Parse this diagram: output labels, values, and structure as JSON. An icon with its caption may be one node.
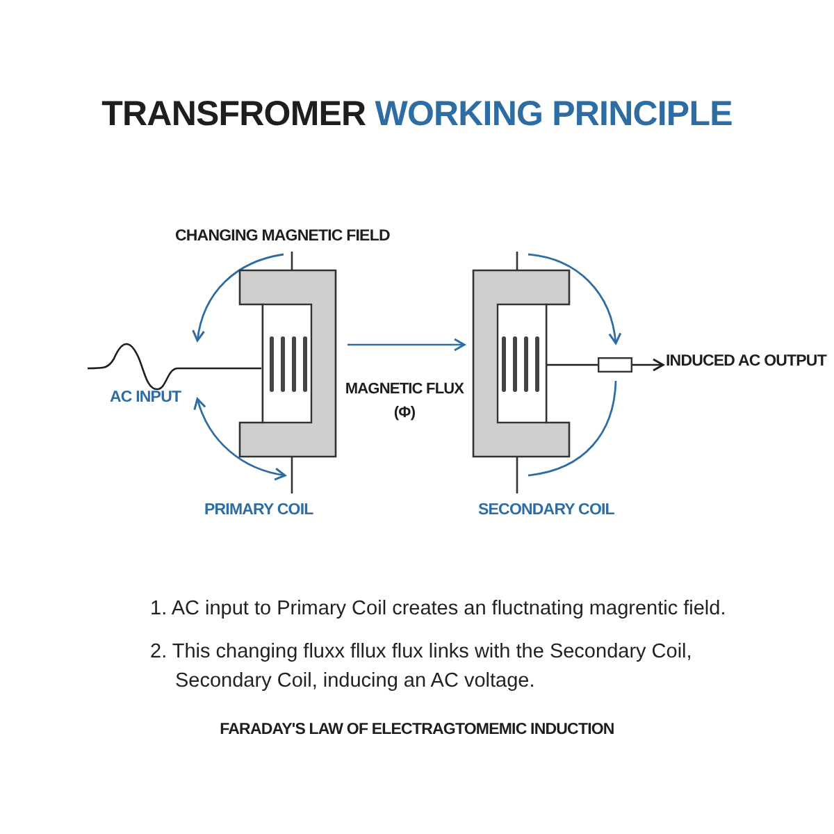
{
  "diagram": {
    "title": "TRANSFROMER WORKING PRINCIPLE",
    "caption": "FARADAY'S LAW OF ELECTRAGTOMEMIC INDUCTION",
    "nodes": [
      {
        "text": [],
        "shape": "box"
      },
      {
        "text": [],
        "shape": "box"
      },
      {
        "text": [],
        "shape": "box"
      },
      {
        "text": [
          "INDUCED AC OUTPUT"
        ]
      }
    ],
    "edges": [
      {
        "from": null,
        "to": 0,
        "arrow": "none"
      },
      {
        "from": 0,
        "to": 1,
        "arrow": "to",
        "label": "MAGNETIC FLUX (Φ)",
        "color": "#2e6da4"
      },
      {
        "from": 1,
        "to": 2,
        "arrow": "none"
      },
      {
        "from": 2,
        "to": 3,
        "arrow": "to"
      }
    ],
    "labels": [
      "CHANGING MAGNETIC FIELD",
      "AC INPUT",
      "PRIMARY COIL",
      "SECONDARY COIL",
      "1.  AC input to Primary Coil creates an fluctnating magrentic field.",
      "2.  This changing fluxx fllux flux links with the Secondary Coil, Secondary Coil, inducing an AC voltage."
    ]
  }
}
